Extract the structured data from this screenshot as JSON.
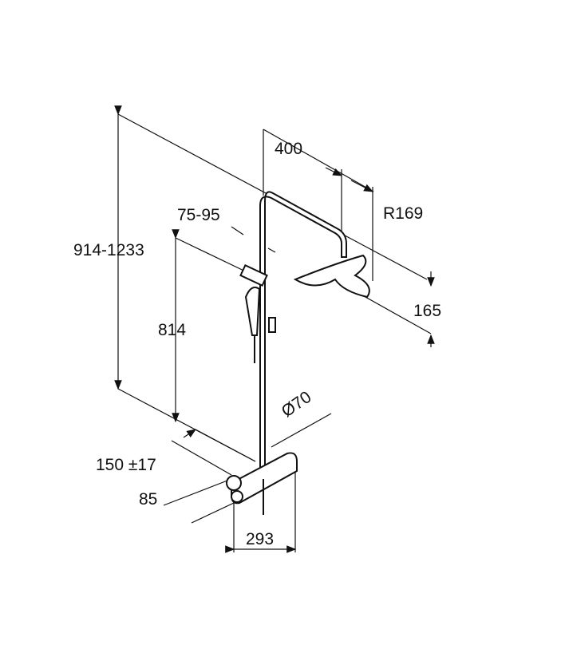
{
  "dimensions": {
    "arm_length": "400",
    "head_radius": "R169",
    "holder_range": "75-95",
    "total_height": "914-1233",
    "head_height": "165",
    "rail_height": "814",
    "diameter": "Ø70",
    "inlet_spacing": "150 ±17",
    "wall_distance": "85",
    "body_width": "293"
  },
  "colors": {
    "line": "#111111",
    "background": "#ffffff"
  }
}
